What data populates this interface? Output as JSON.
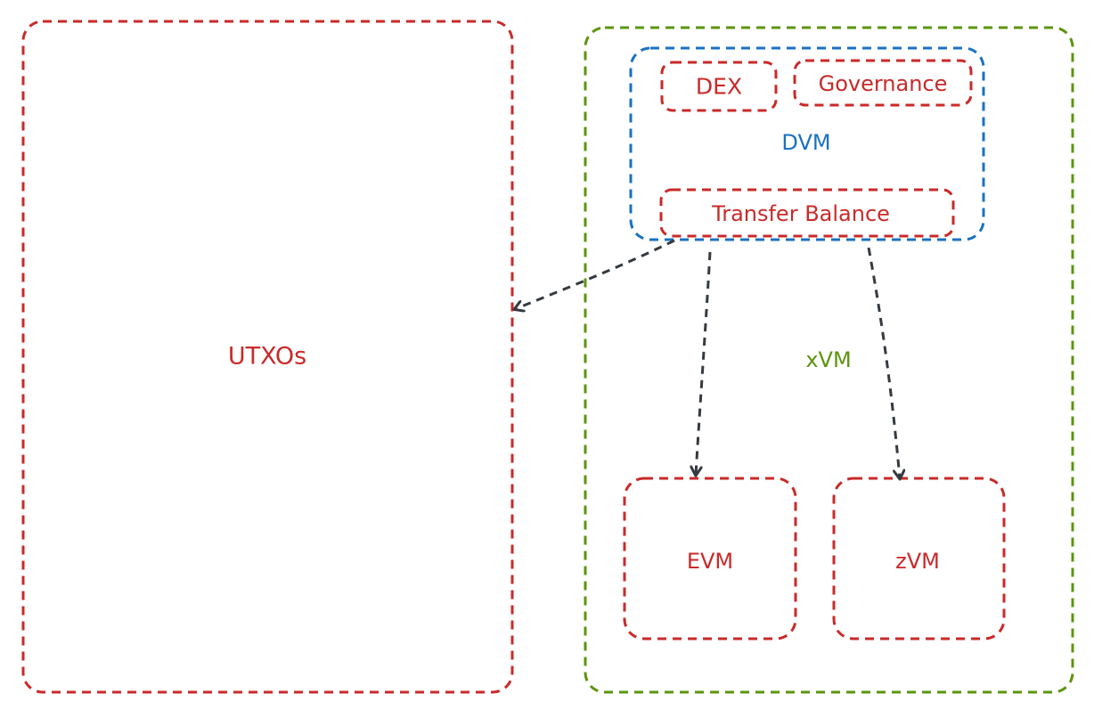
{
  "nodes": {
    "utxos": {
      "label": "UTXOs"
    },
    "xvm": {
      "label": "xVM"
    },
    "dvm": {
      "label": "DVM"
    },
    "dex": {
      "label": "DEX"
    },
    "governance": {
      "label": "Governance"
    },
    "transfer_balance": {
      "label": "Transfer Balance"
    },
    "evm": {
      "label": "EVM"
    },
    "zvm": {
      "label": "zVM"
    }
  },
  "edges": [
    {
      "from": "transfer_balance",
      "to": "utxos"
    },
    {
      "from": "transfer_balance",
      "to": "evm"
    },
    {
      "from": "transfer_balance",
      "to": "zvm"
    }
  ],
  "colors": {
    "red": "#c92a2a",
    "green": "#5c940d",
    "blue": "#1971c2",
    "arrow": "#343a40"
  }
}
